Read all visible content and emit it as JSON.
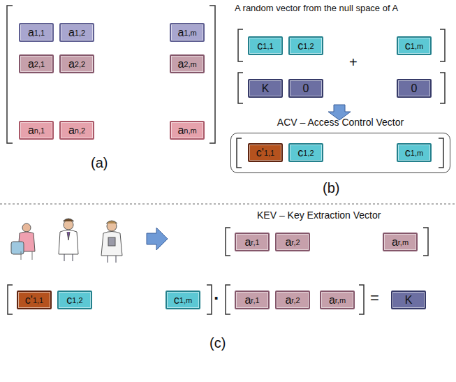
{
  "diagram": {
    "nodes": [
      {
        "text": [
          "a",
          "1,1"
        ]
      },
      {
        "text": [
          "a",
          "1,2"
        ]
      },
      {
        "text": [
          "a",
          "1,m"
        ]
      },
      {
        "text": [
          "a",
          "2,1"
        ]
      },
      {
        "text": [
          "a",
          "2,2"
        ]
      },
      {
        "text": [
          "a",
          "2,m"
        ]
      },
      {
        "text": [
          "a",
          "n,1"
        ]
      },
      {
        "text": [
          "a",
          "n,2"
        ]
      },
      {
        "text": [
          "a",
          "n,m"
        ]
      },
      {
        "text": [
          "c",
          "1,1"
        ]
      },
      {
        "text": [
          "c",
          "1,2"
        ]
      },
      {
        "text": [
          "c",
          "1,m"
        ]
      },
      {
        "text": [
          "K"
        ]
      },
      {
        "text": [
          "0"
        ]
      },
      {
        "text": [
          "0"
        ]
      },
      {
        "text": [
          "ACV – Access Control Vector"
        ]
      },
      {
        "text": [
          "c'",
          "1,1"
        ],
        "in": 15
      },
      {
        "text": [
          "c",
          "1,2"
        ],
        "in": 15
      },
      {
        "text": [
          "c",
          "1,m"
        ],
        "in": 15
      },
      {
        "text": [
          "a",
          "r,1"
        ]
      },
      {
        "text": [
          "a",
          "r,2"
        ]
      },
      {
        "text": [
          "a",
          "r,m"
        ]
      },
      {
        "text": [
          "c'",
          "1,1"
        ]
      },
      {
        "text": [
          "c",
          "1,2"
        ]
      },
      {
        "text": [
          "c",
          "1,m"
        ]
      },
      {
        "text": [
          "a",
          "r,1"
        ]
      },
      {
        "text": [
          "a",
          "r,2"
        ]
      },
      {
        "text": [
          "a",
          "r,m"
        ]
      },
      {
        "text": [
          "K"
        ]
      }
    ],
    "labels": [
      "(a)",
      "A random vector from the null space of A",
      "+",
      "(b)",
      "KEV – Key Extraction Vector",
      "·",
      "=",
      "(c)"
    ]
  }
}
